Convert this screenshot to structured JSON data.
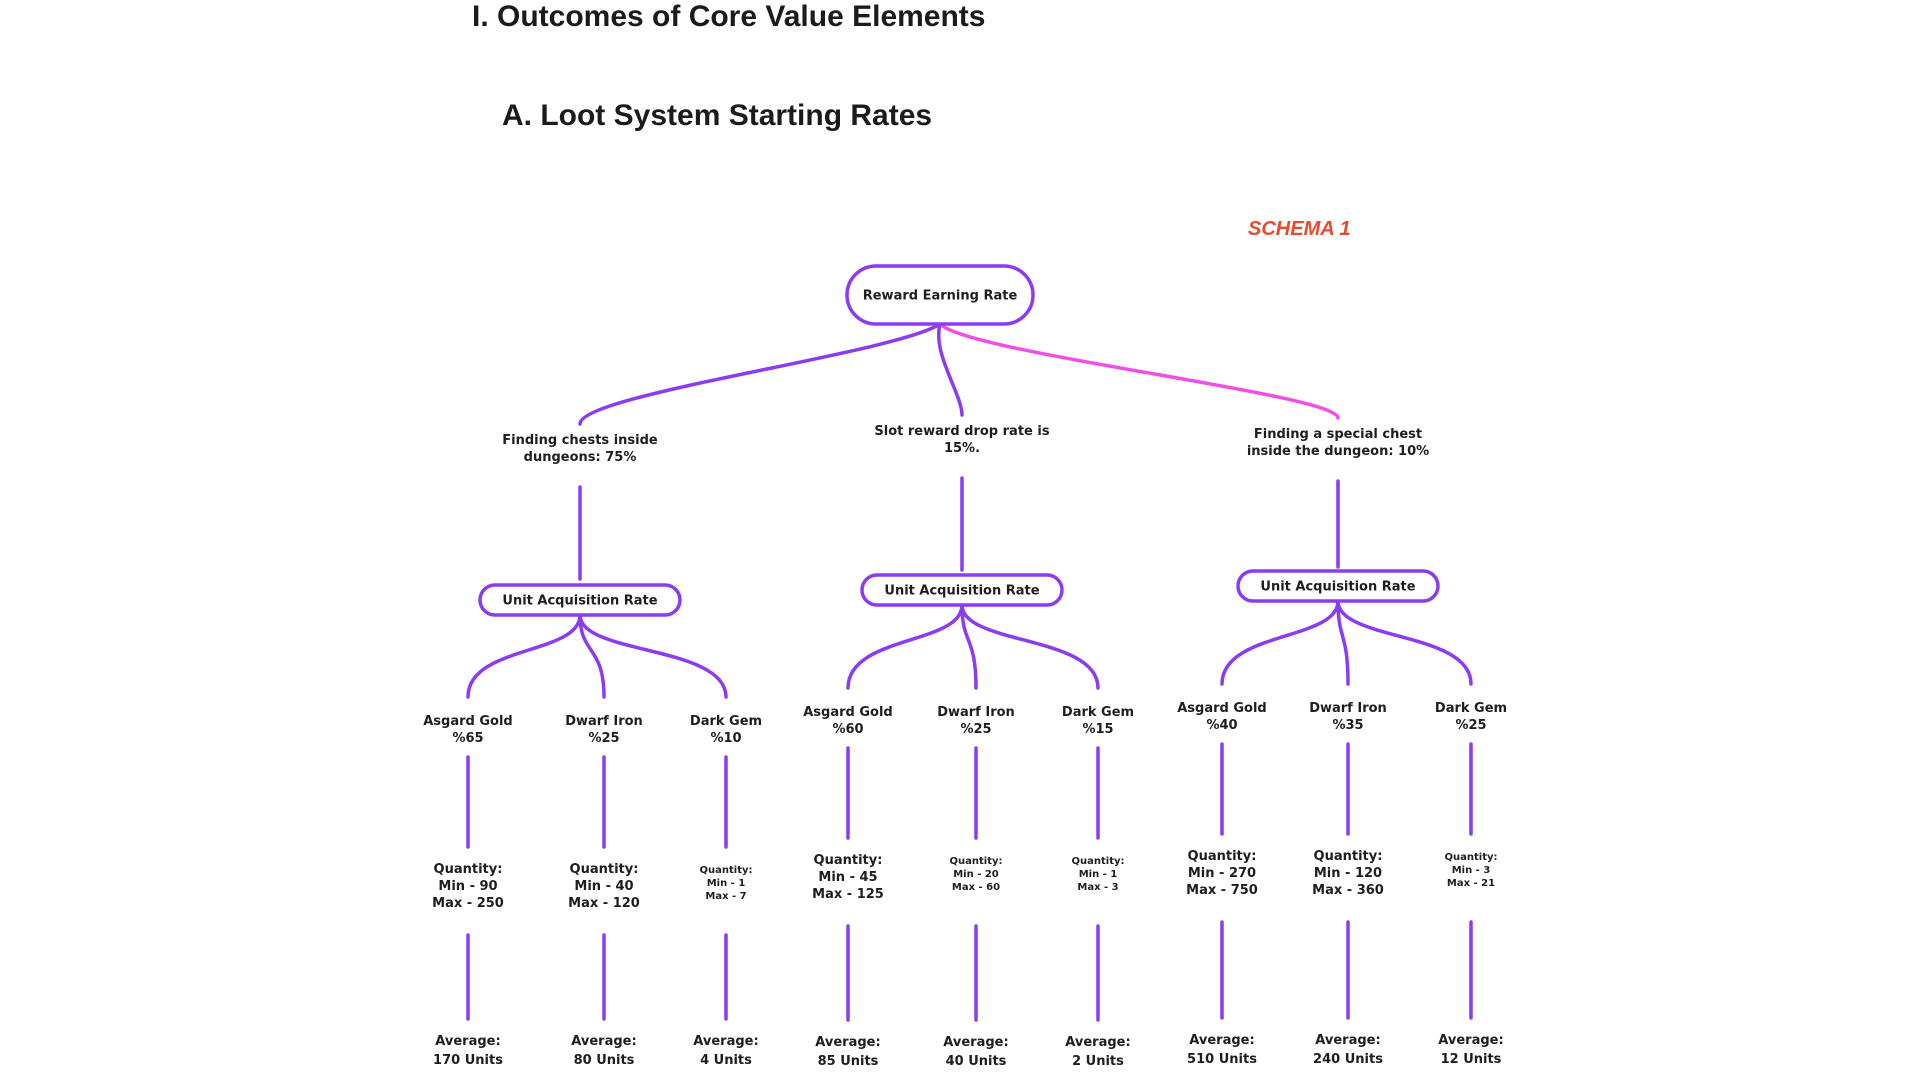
{
  "headings": {
    "section": "I. Outcomes of Core Value Elements",
    "subsection": "A. Loot System Starting Rates"
  },
  "schema_label": "SCHEMA 1",
  "colors": {
    "line": "#8b3cf0",
    "special_line": "#ef4fe6",
    "schema_label": "#ea4a2c",
    "text": "#1e1e1e"
  },
  "diagram": {
    "root": {
      "label": "Reward Earning Rate"
    },
    "branches": [
      {
        "label_lines": [
          "Finding chests inside",
          "dungeons: 75%"
        ],
        "node_label": "Unit Acquisition Rate",
        "items": [
          {
            "name": "Asgard Gold",
            "rate": "%65",
            "quantity_lines": [
              "Quantity:",
              "Min - 90",
              "Max - 250"
            ],
            "average_lines": [
              "Average:",
              "170 Units"
            ]
          },
          {
            "name": "Dwarf Iron",
            "rate": "%25",
            "quantity_lines": [
              "Quantity:",
              "Min - 40",
              "Max - 120"
            ],
            "average_lines": [
              "Average:",
              "80 Units"
            ]
          },
          {
            "name": "Dark Gem",
            "rate": "%10",
            "quantity_lines": [
              "Quantity:",
              "Min - 1",
              "Max - 7"
            ],
            "average_lines": [
              "Average:",
              "4 Units"
            ]
          }
        ]
      },
      {
        "label_lines": [
          "Slot reward drop rate is",
          "15%."
        ],
        "node_label": "Unit Acquisition Rate",
        "items": [
          {
            "name": "Asgard Gold",
            "rate": "%60",
            "quantity_lines": [
              "Quantity:",
              "Min - 45",
              "Max - 125"
            ],
            "average_lines": [
              "Average:",
              "85 Units"
            ]
          },
          {
            "name": "Dwarf Iron",
            "rate": "%25",
            "quantity_lines": [
              "Quantity:",
              "Min - 20",
              "Max - 60"
            ],
            "average_lines": [
              "Average:",
              "40 Units"
            ]
          },
          {
            "name": "Dark Gem",
            "rate": "%15",
            "quantity_lines": [
              "Quantity:",
              "Min - 1",
              "Max - 3"
            ],
            "average_lines": [
              "Average:",
              "2 Units"
            ]
          }
        ]
      },
      {
        "label_lines": [
          "Finding a special chest",
          "inside the dungeon: 10%"
        ],
        "node_label": "Unit Acquisition Rate",
        "items": [
          {
            "name": "Asgard Gold",
            "rate": "%40",
            "quantity_lines": [
              "Quantity:",
              "Min - 270",
              "Max - 750"
            ],
            "average_lines": [
              "Average:",
              "510 Units"
            ]
          },
          {
            "name": "Dwarf Iron",
            "rate": "%35",
            "quantity_lines": [
              "Quantity:",
              "Min - 120",
              "Max - 360"
            ],
            "average_lines": [
              "Average:",
              "240 Units"
            ]
          },
          {
            "name": "Dark Gem",
            "rate": "%25",
            "quantity_lines": [
              "Quantity:",
              "Min - 3",
              "Max - 21"
            ],
            "average_lines": [
              "Average:",
              "12 Units"
            ]
          }
        ]
      }
    ]
  }
}
